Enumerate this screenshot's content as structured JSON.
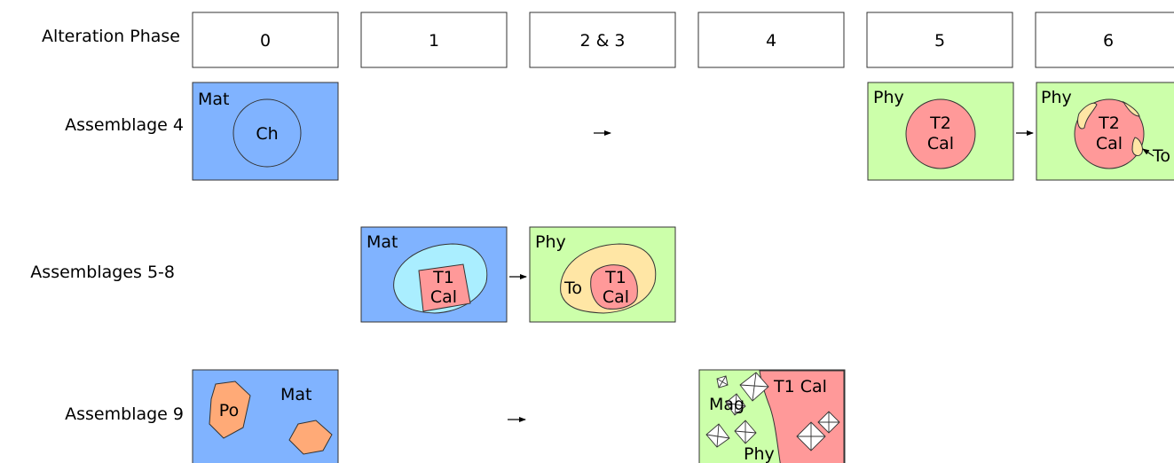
{
  "header": {
    "row_label": "Alteration Phase",
    "phases": [
      "0",
      "1",
      "2 & 3",
      "4",
      "5",
      "6"
    ]
  },
  "rows": {
    "assemblage_4": {
      "label": "Assemblage 4"
    },
    "assemblages_5_8": {
      "label": "Assemblages 5-8"
    },
    "assemblage_9": {
      "label": "Assemblage 9"
    }
  },
  "panels": {
    "a4_phase0": {
      "matrix": "Mat",
      "grain": "Ch"
    },
    "a4_phase5": {
      "matrix": "Phy",
      "grain_line1": "T2",
      "grain_line2": "Cal"
    },
    "a4_phase6": {
      "matrix": "Phy",
      "grain_line1": "T2",
      "grain_line2": "Cal",
      "rim": "To"
    },
    "a58_phase1": {
      "matrix": "Mat",
      "grain_line1": "T1",
      "grain_line2": "Cal"
    },
    "a58_phase23": {
      "matrix": "Phy",
      "rim": "To",
      "grain_line1": "T1",
      "grain_line2": "Cal"
    },
    "a9_phase0": {
      "grain": "Po",
      "matrix": "Mat"
    },
    "a9_phase4": {
      "mineral": "Mag",
      "replacement": "T1 Cal",
      "matrix": "Phy"
    }
  },
  "colors": {
    "matrix_blue": "#80b3ff",
    "phyllosilicate_green": "#ccffaa",
    "calcite_pink": "#ff9999",
    "tochilinite_yellow": "#ffe6a5",
    "halo_cyan": "#aaeeff",
    "pyroxene_orange": "#ffaa77"
  }
}
